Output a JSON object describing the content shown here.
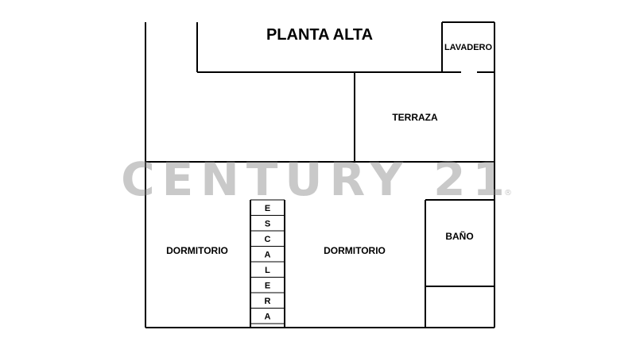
{
  "title": "PLANTA ALTA",
  "rooms": {
    "lavadero": "LAVADERO",
    "terraza": "TERRAZA",
    "dormitorio_left": "DORMITORIO",
    "dormitorio_center": "DORMITORIO",
    "bano": "BAÑO"
  },
  "stair": {
    "letters": [
      "E",
      "S",
      "C",
      "A",
      "L",
      "E",
      "R",
      "A"
    ]
  },
  "watermark": {
    "text": "CENTURY 21",
    "mark": "®"
  }
}
